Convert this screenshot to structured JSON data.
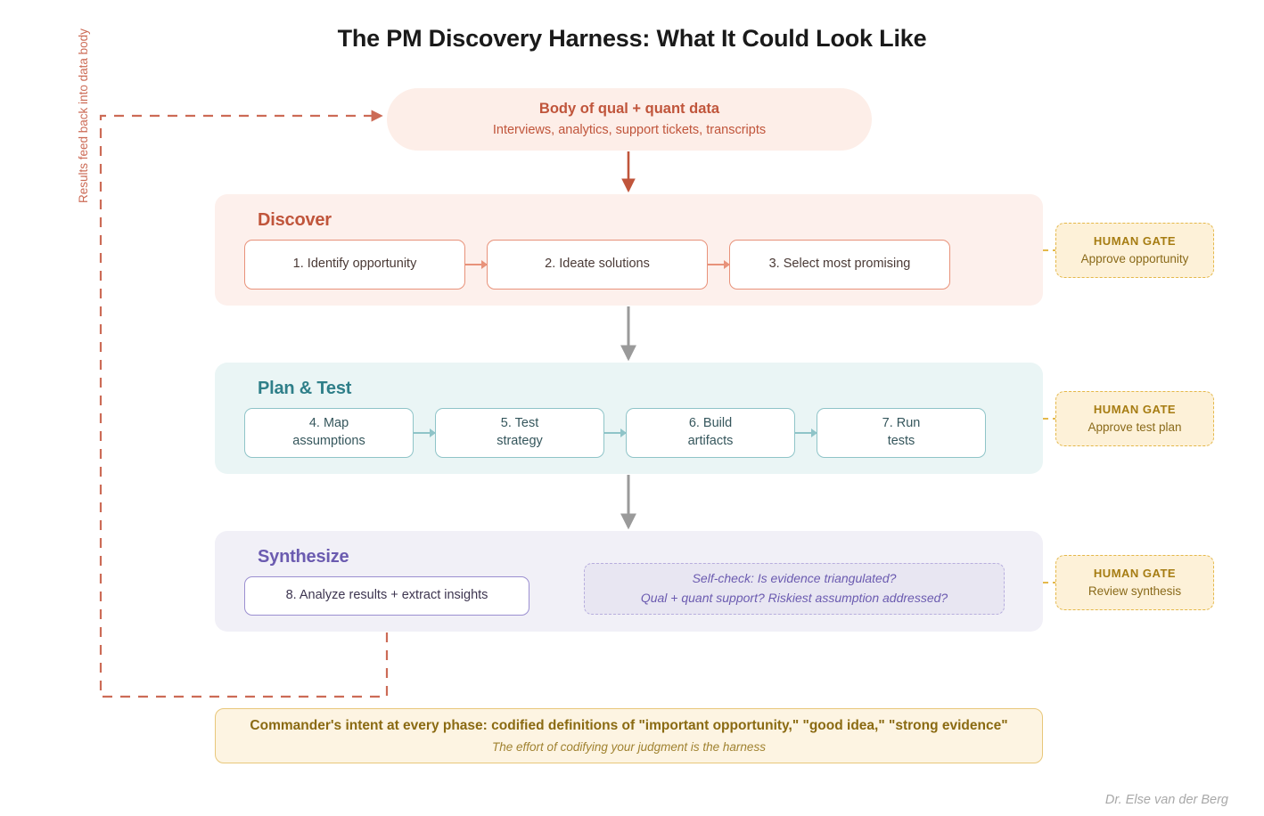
{
  "page": {
    "title": "The PM Discovery Harness: What It Could Look Like",
    "signature": "Dr. Else van der Berg"
  },
  "data_body": {
    "title": "Body of qual + quant data",
    "subtitle": "Interviews, analytics, support tickets, transcripts"
  },
  "feedback_loop": {
    "label": "Results feed back into data body"
  },
  "phases": [
    {
      "id": "discover",
      "title": "Discover",
      "accent": "#c0553b",
      "band_bg": "#fdf0ec",
      "steps": [
        {
          "label": "1. Identify opportunity"
        },
        {
          "label": "2. Ideate solutions"
        },
        {
          "label": "3. Select most promising"
        }
      ]
    },
    {
      "id": "plan",
      "title": "Plan & Test",
      "accent": "#2f7f89",
      "band_bg": "#eaf5f5",
      "steps": [
        {
          "line1": "4. Map",
          "line2": "assumptions"
        },
        {
          "line1": "5. Test",
          "line2": "strategy"
        },
        {
          "line1": "6. Build",
          "line2": "artifacts"
        },
        {
          "line1": "7. Run",
          "line2": "tests"
        }
      ]
    },
    {
      "id": "synthesize",
      "title": "Synthesize",
      "accent": "#6b5bb0",
      "band_bg": "#f1f0f7",
      "steps": [
        {
          "label": "8. Analyze results + extract insights"
        }
      ],
      "selfcheck": {
        "line1": "Self-check: Is evidence triangulated?",
        "line2": "Qual + quant support? Riskiest assumption addressed?"
      }
    }
  ],
  "gates": [
    {
      "title": "HUMAN GATE",
      "subtitle": "Approve opportunity"
    },
    {
      "title": "HUMAN GATE",
      "subtitle": "Approve test plan"
    },
    {
      "title": "HUMAN GATE",
      "subtitle": "Review synthesis"
    }
  ],
  "intent": {
    "main": "Commander's intent at every phase: codified definitions of \"important opportunity,\" \"good idea,\" \"strong evidence\"",
    "sub": "The effort of codifying your judgment is the harness"
  },
  "colors": {
    "discover": "#c0553b",
    "plan": "#2f7f89",
    "synthesize": "#6b5bb0",
    "gate": "#a67c12",
    "loop": "#cc6b56",
    "flow_arrow": "#9a9a9a"
  }
}
